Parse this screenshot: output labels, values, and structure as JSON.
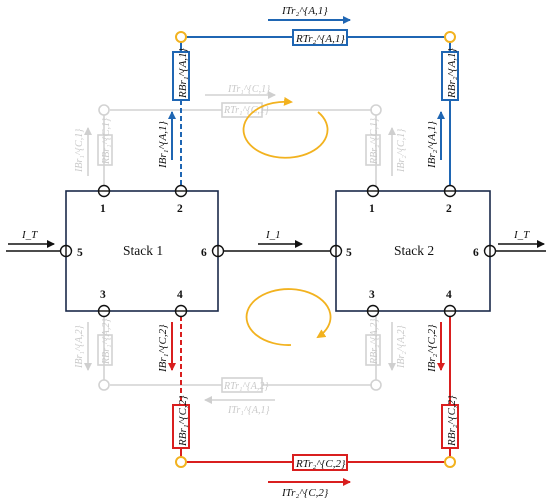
{
  "stacks": {
    "left": {
      "title": "Stack 1",
      "ports": [
        "1",
        "2",
        "3",
        "4",
        "5",
        "6"
      ]
    },
    "right": {
      "title": "Stack 2",
      "ports": [
        "1",
        "2",
        "3",
        "4",
        "5",
        "6"
      ]
    }
  },
  "currents": {
    "input": "I_T",
    "middle": "I_1",
    "output": "I_T"
  },
  "top_branch": {
    "arrow_label": "ITr₂^{A,1}",
    "resistor_top": "RTr₂^{A,1}",
    "resistor_left": "RBr₁^{A,1}",
    "resistor_right": "RBr₂^{A,1}",
    "current_left": "IBr₁^{A,1}",
    "current_right": "IBr₂^{A,1}"
  },
  "bottom_branch": {
    "arrow_label": "ITr₂^{C,2}",
    "resistor_bottom": "RTr₂^{C,2}",
    "resistor_left": "RBr₁^{C,2}",
    "resistor_right": "RBr₂^{C,2}",
    "current_left": "IBr₁^{C,2}",
    "current_right": "IBr₂^{C,2}"
  },
  "ghost": {
    "upper_arrow": "ITr₁^{C,1}",
    "upper_res_h": "RTr₁^{C,1}",
    "upper_left_cur": "IBr₁^{C,1}",
    "upper_left_res": "RBr₁^{C,1}",
    "upper_right_cur": "IBr₂^{C,1}",
    "upper_right_res": "RBr₂^{C,1}",
    "lower_arrow": "ITr₁^{A,1}",
    "lower_res_h": "RTr₁^{A,2}",
    "lower_left_cur": "IBr₁^{A,2}",
    "lower_left_res": "RBr₁^{A,2}",
    "lower_right_cur": "IBr₂^{A,2}",
    "lower_right_res": "RBr₂^{A,2}"
  },
  "colors": {
    "anode": "#1f66b3",
    "cathode": "#d91f1f",
    "loop": "#f2b21f",
    "ghost": "#cccccc",
    "stack_outline": "#1a2a4a"
  }
}
